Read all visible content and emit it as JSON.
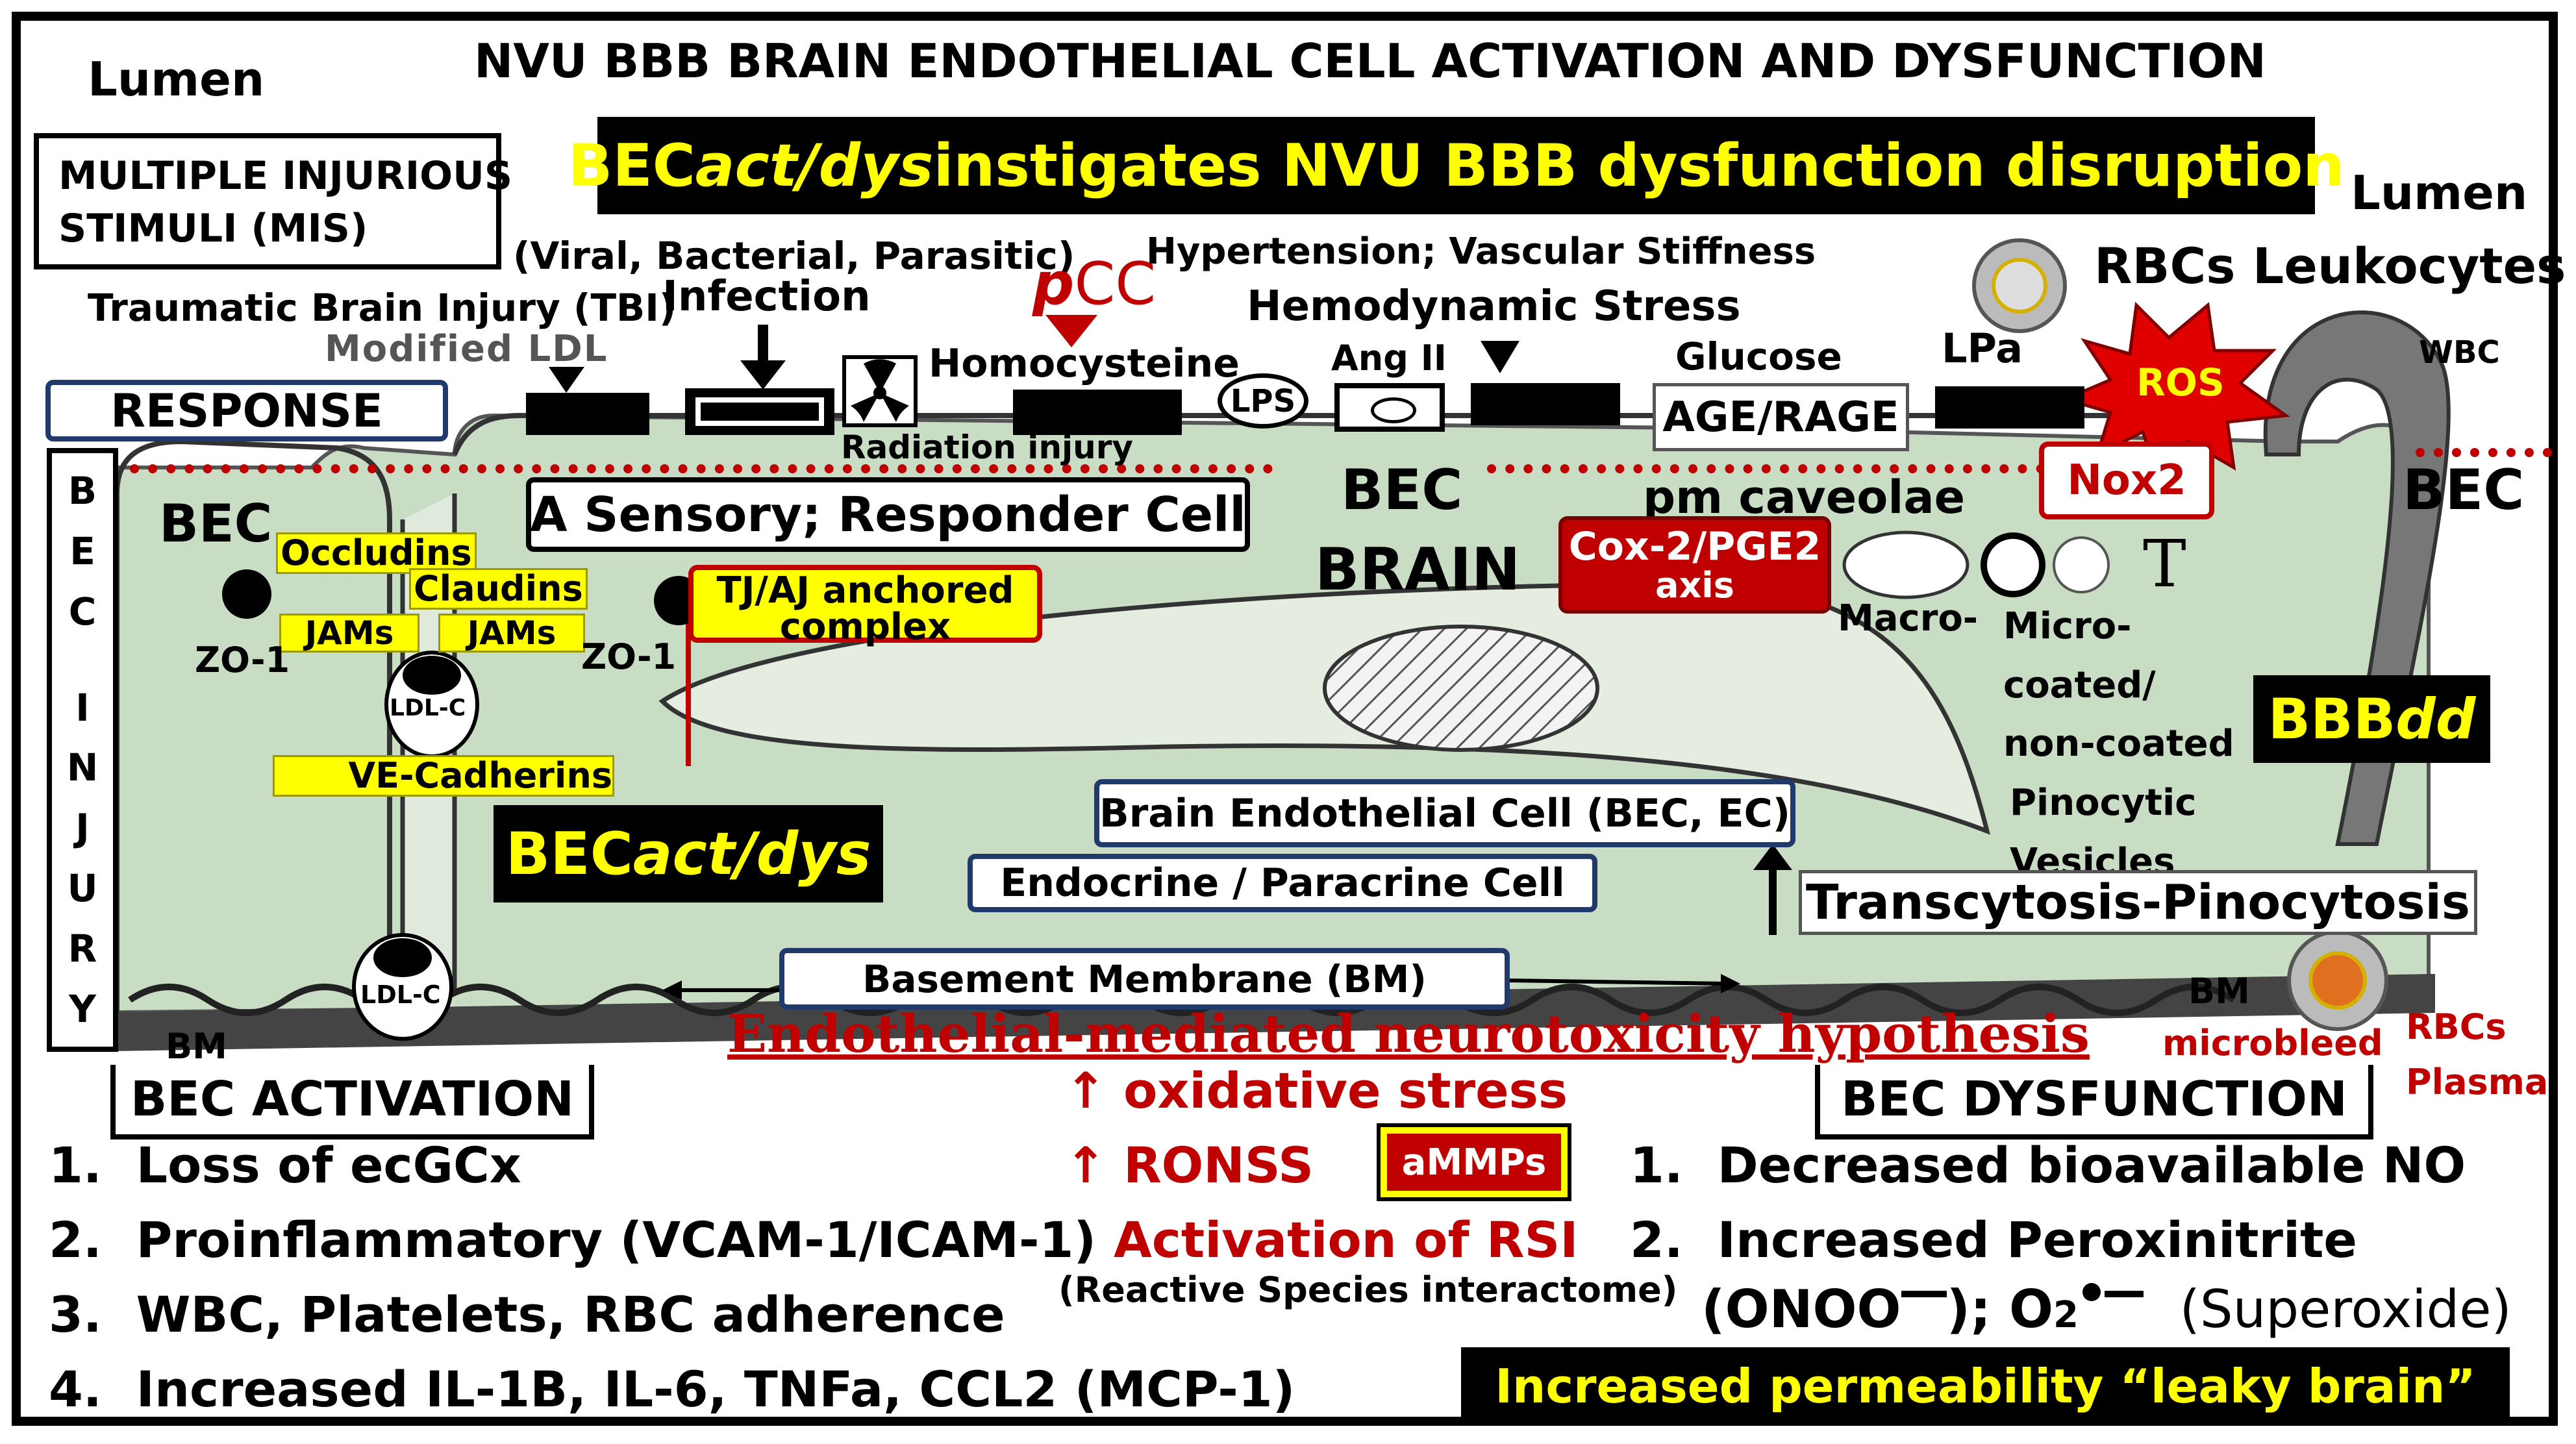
{
  "title": "NVU BBB BRAIN ENDOTHELIAL CELL ACTIVATION AND DYSFUNCTION",
  "banner": "BECact/dys instigates NVU BBB dysfunction disruption",
  "banner_parts": [
    "BEC",
    "act/dys",
    " instigates NVU BBB dysfunction disruption"
  ],
  "lumen_left": "Lumen",
  "lumen_right": "Lumen",
  "mis_box": [
    "MULTIPLE INJURIOUS",
    "STIMULI (MIS)"
  ],
  "stimuli": {
    "pathogens": "(Viral, Bacterial, Parasitic)",
    "infection": "Infection",
    "tbi": "Traumatic Brain Injury (TBI)",
    "modified_ldl": "Modified LDL",
    "radiation": "Radiation injury",
    "homocysteine": "Homocysteine",
    "pcc_p": "p",
    "pcc_cc": "CC",
    "lps": "LPS",
    "ang2": "Ang II",
    "hypertension": "Hypertension; Vascular Stiffness",
    "hemodynamic": "Hemodynamic Stress",
    "glucose": "Glucose",
    "age_rage": "AGE/RAGE",
    "lpa": "LPa",
    "ros": "ROS",
    "rbcs_leukocytes": "RBCs Leukocytes",
    "wbc": "WBC"
  },
  "response": "RESPONSE",
  "bec_injury_letters": [
    "B",
    "E",
    "C",
    "",
    "I",
    "N",
    "J",
    "U",
    "R",
    "Y"
  ],
  "cell": {
    "bec_left": "BEC",
    "bec_center": "BEC",
    "brain": "BRAIN",
    "bec_right": "BEC",
    "occludins": "Occludins",
    "claudins": "Claudins",
    "jams1": "JAMs",
    "jams2": "JAMs",
    "zo1_left": "ZO-1",
    "zo1_right": "ZO-1",
    "ldlc_top": "LDL-C",
    "ldlc_bottom": "LDL-C",
    "ve_cadherins": "VE-Cadherins",
    "tj_aj": [
      "TJ/AJ anchored",
      "complex"
    ],
    "sensory": "A Sensory; Responder Cell",
    "pm_caveolae": "pm caveolae",
    "cox2": [
      "Cox-2/PGE2",
      "axis"
    ],
    "nox2": "Nox2",
    "macro": "Macro-",
    "micro_lines": [
      "Micro-",
      "coated/",
      "non-coated",
      "Pinocytic",
      "Vesicles"
    ],
    "t_glyph": "T",
    "bbbdd_parts": [
      "BBB",
      "dd"
    ],
    "becactdys_parts": [
      "BEC",
      "act/dys"
    ],
    "bec_ec": "Brain Endothelial Cell (BEC, EC)",
    "endocrine": "Endocrine / Paracrine Cell",
    "transcytosis": "Transcytosis-Pinocytosis",
    "basement": "Basement Membrane (BM)",
    "bm_left": "BM",
    "bm_right": "BM",
    "microbleed": "microbleed",
    "rbcs": "RBCs",
    "plasma": "Plasma"
  },
  "hypothesis": "Endothelial-mediated neurotoxicity hypothesis",
  "activation": {
    "heading": "BEC ACTIVATION",
    "items": [
      "Loss of ecGCx",
      "Proinflammatory (VCAM-1/ICAM-1)",
      "WBC, Platelets, RBC adherence",
      "Increased IL-1B, IL-6, TNFa, CCL2 (MCP-1)"
    ]
  },
  "center": {
    "arrow": "↑",
    "oxidative": "oxidative stress",
    "ronss": "RONSS",
    "ammps": "aMMPs",
    "rsi": "Activation of RSI",
    "rsi_sub": "(Reactive Species interactome)"
  },
  "dysfunction": {
    "heading": "BEC DYSFUNCTION",
    "item1": "Decreased bioavailable NO",
    "item2": "Increased Peroxinitrite",
    "item3a": "(ONOO",
    "item3b": ");  O",
    "item3c": "2",
    "item3d": "(Superoxide)"
  },
  "leaky": "Increased permeability “leaky brain”",
  "colors": {
    "cell_green": "#c9dcc4",
    "red": "#c00000",
    "yellow": "#ffff00",
    "navy": "#1f3a6b"
  }
}
